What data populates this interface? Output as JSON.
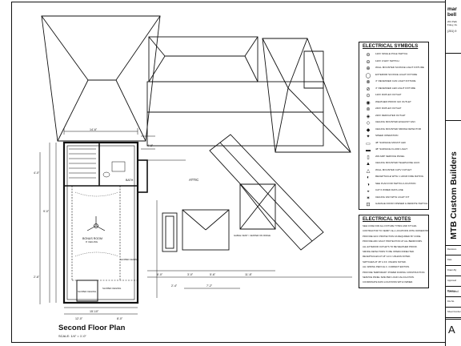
{
  "plan": {
    "title": "Second Floor Plan",
    "scale": "SCALE: 1/4\" = 1'-0\"",
    "rooms": {
      "bonus_room": "BONUS ROOM",
      "bonus_room_ceiling": "9' CEILING",
      "bath": "BATH",
      "attic": "ATTIC",
      "sloped_ceiling_1": "SLOPED CEILING",
      "sloped_ceiling_2": "SLOPED CEILING",
      "sloped_ceiling_3": "SLOPED CEILING",
      "gable_note": "GABLE VENT / CENTER ON RIDGE"
    },
    "dimensions": [
      "14'-6\"",
      "9'-0\"",
      "4'-0\"",
      "2'-6\"",
      "15'-10\"",
      "6'-0\"",
      "3'-0\"",
      "5'-6\"",
      "11'-8\"",
      "2'-4\"",
      "7'-2\"",
      "8'-0\"",
      "12'-0\"",
      "4'-8\""
    ]
  },
  "legend": {
    "title": "ELECTRICAL SYMBOLS",
    "items": [
      {
        "sym": "⊖",
        "text": "120V SINGLE POLE SWITCH"
      },
      {
        "sym": "⊖",
        "text": "120V 3-WAY SWITCH"
      },
      {
        "sym": "⊕",
        "text": "WALL MOUNTED SCONCE LIGHT FIXTURE"
      },
      {
        "sym": "◯",
        "text": "EXTERIOR SCONCE LIGHT FIXTURE"
      },
      {
        "sym": "⊗",
        "text": "4\" RECESSED CAN LIGHT FIXTURE"
      },
      {
        "sym": "⊘",
        "text": "4\" RECESSED LED LIGHT FIXTURE"
      },
      {
        "sym": "⊙",
        "text": "120V DUPLEX OUTLET"
      },
      {
        "sym": "◉",
        "text": "WEATHER PROOF GFI OUTLET"
      },
      {
        "sym": "⊚",
        "text": "240V DUPLEX OUTLET"
      },
      {
        "sym": "◈",
        "text": "220V DEDICATED OUTLET"
      },
      {
        "sym": "◇",
        "text": "CEILING MOUNTED EXHAUST FAN"
      },
      {
        "sym": "◆",
        "text": "CEILING MOUNTED SMOKE DETECTOR"
      },
      {
        "sym": "✦",
        "text": "SPEED OPERATION"
      },
      {
        "sym": "▭",
        "text": "48\" SURFACE MOUNT LED"
      },
      {
        "sym": "▬",
        "text": "48\" SURFACE FLUOR LIGHT"
      },
      {
        "sym": "▯",
        "text": "200 AMP SERVICE PANEL"
      },
      {
        "sym": "▲",
        "text": "CEILING MOUNTED TELEPHONE JACK"
      },
      {
        "sym": "△",
        "text": "WALL MOUNTED CATV OUTLET"
      },
      {
        "sym": "◐",
        "text": "RECEPTACLE WITH 1 HOUR FIRE RATING"
      },
      {
        "sym": "◑",
        "text": "SEE PLAN FOR SWITCH LOCATION"
      },
      {
        "sym": "◒",
        "text": "CAT 6 WIRED DATA LINE"
      },
      {
        "sym": "✶",
        "text": "CEILING FAN WITH LIGHT KIT"
      },
      {
        "sym": "⊡",
        "text": "GARAGE DOOR OPENER & REMOTE SWITCH"
      }
    ]
  },
  "notes": {
    "title": "ELECTRICAL NOTES",
    "lines": [
      "SEE CODE FOR ALL FIXTURE TYPES AND STYLES.",
      "CONTRACTOR TO VERIFY ALL LOCATIONS WITH OWNER PRIOR TO CONSTRUCTION.",
      "PROVIDE GFCI PROTECTION AS REQUIRED BY CODE.",
      "PROVIDE ARC FAULT PROTECTION AT ALL BEDROOMS.",
      "ALL EXTERIOR OUTLETS TO BE WEATHER PROOF.",
      "SMOKE DETECTORS TO BE INTERCONNECTED.",
      "RECEPTACLES AT 18\" A.F.F. UNLESS NOTED.",
      "SWITCHES AT 48\" A.F.F. UNLESS NOTED.",
      "ALL WIRING PER N.E.C. CURRENT EDITION.",
      "PROVIDE TEMPORARY POWER DURING CONSTRUCTION.",
      "SERVICE PANEL SIZE PER LOAD CALCULATION.",
      "COORDINATE DATA LOCATIONS WITH OWNER."
    ]
  },
  "title_block": {
    "company_line1": "mar",
    "company_line2": "bell",
    "address_line1": "201 Park",
    "address_line2": "Foley, AL",
    "phone": "(251) 9",
    "builder": "MTB Custom Builders",
    "sheet_label": "Second",
    "sheet_letter": "A",
    "field_labels": [
      "Revisions",
      "Date",
      "Drawn By",
      "Approved",
      "Drawing",
      "File No.",
      "Sheet Number"
    ]
  }
}
